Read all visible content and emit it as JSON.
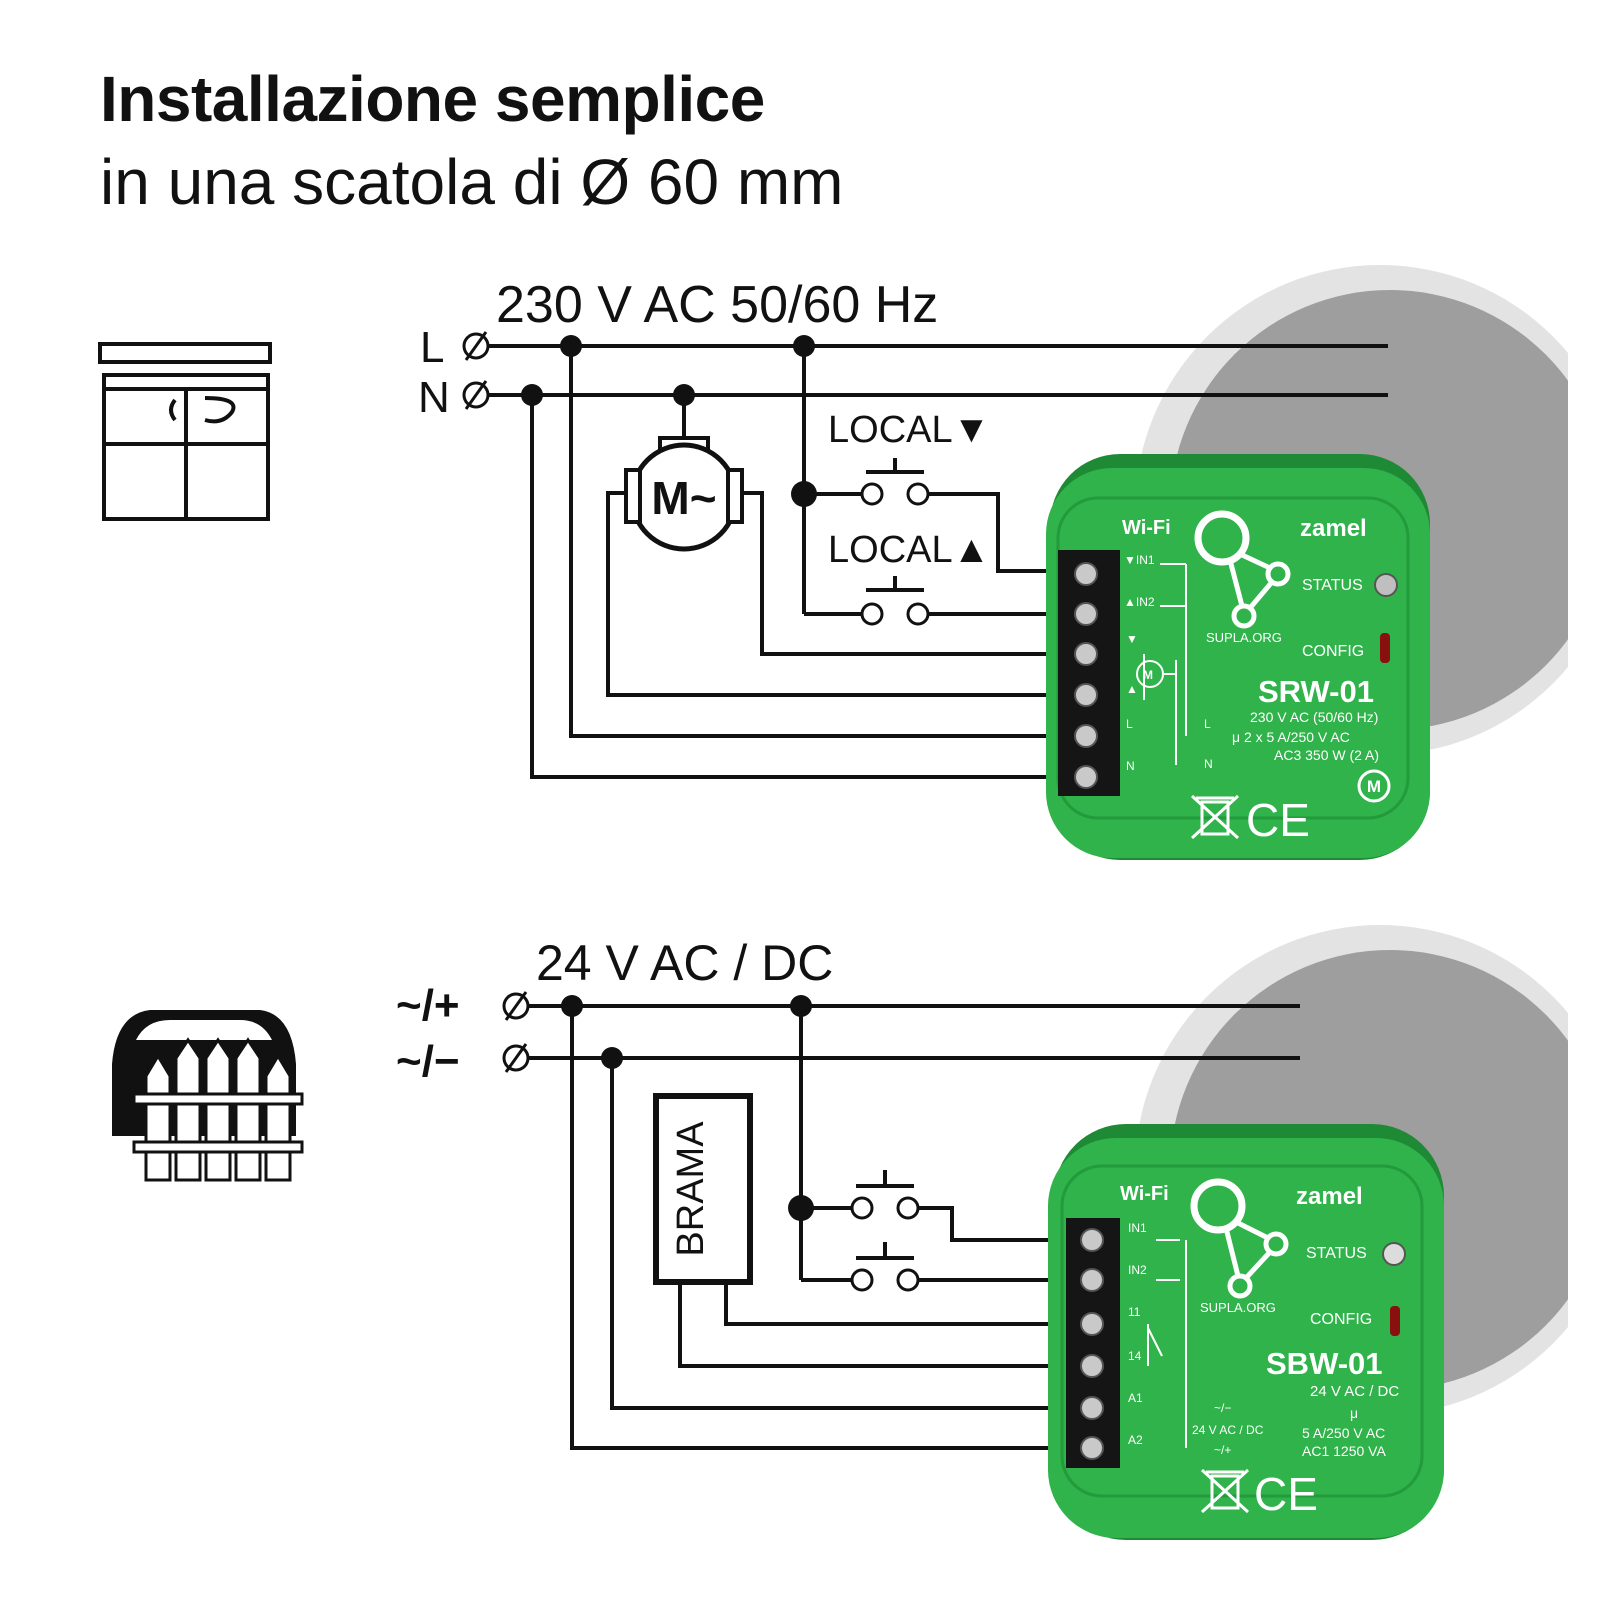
{
  "header": {
    "title": "Installazione semplice",
    "subtitle": "in una scatola di Ø 60 mm"
  },
  "colors": {
    "device_green": "#2fb34a",
    "device_dark_green": "#1f8a35",
    "circle_gray": "#9e9e9e",
    "ring_gray": "#e3e3e3"
  },
  "top_diagram": {
    "icon": "window-blind-icon",
    "supply_label": "230 V AC 50/60 Hz",
    "line_L": "L",
    "line_N": "N",
    "motor_label": "M~",
    "button_down": "LOCAL▼",
    "button_up": "LOCAL▲",
    "device": {
      "wifi": "Wi-Fi",
      "brand": "zamel",
      "site": "SUPLA.ORG",
      "status": "STATUS",
      "config": "CONFIG",
      "model": "SRW-01",
      "spec1": "230 V AC (50/60 Hz)",
      "spec2": "μ  2 x 5 A/250 V AC",
      "spec3": "AC3 350 W (2 A)",
      "term_in1": "▼IN1",
      "term_in2": "▲IN2",
      "term_down": "▼",
      "term_up": "▲",
      "term_L": "L",
      "term_N": "N",
      "small_L": "L",
      "small_N": "N",
      "mini_motor": "M",
      "m_badge": "M",
      "ce": "CE"
    }
  },
  "bottom_diagram": {
    "icon": "car-gate-icon",
    "supply_label": "24 V AC / DC",
    "line_plus": "~/+",
    "line_minus": "~/−",
    "gate_label": "BRAMA",
    "device": {
      "wifi": "Wi-Fi",
      "brand": "zamel",
      "site": "SUPLA.ORG",
      "status": "STATUS",
      "config": "CONFIG",
      "model": "SBW-01",
      "spec1": "24 V AC / DC",
      "spec2": "μ",
      "spec3": "5 A/250 V AC",
      "spec4": "AC1 1250 VA",
      "term_in1": "IN1",
      "term_in2": "IN2",
      "term_11": "11",
      "term_14": "14",
      "term_A1": "A1",
      "term_A2": "A2",
      "supply_minus": "~/−",
      "supply_mid": "24 V AC / DC",
      "supply_plus": "~/+",
      "ce": "CE"
    }
  }
}
